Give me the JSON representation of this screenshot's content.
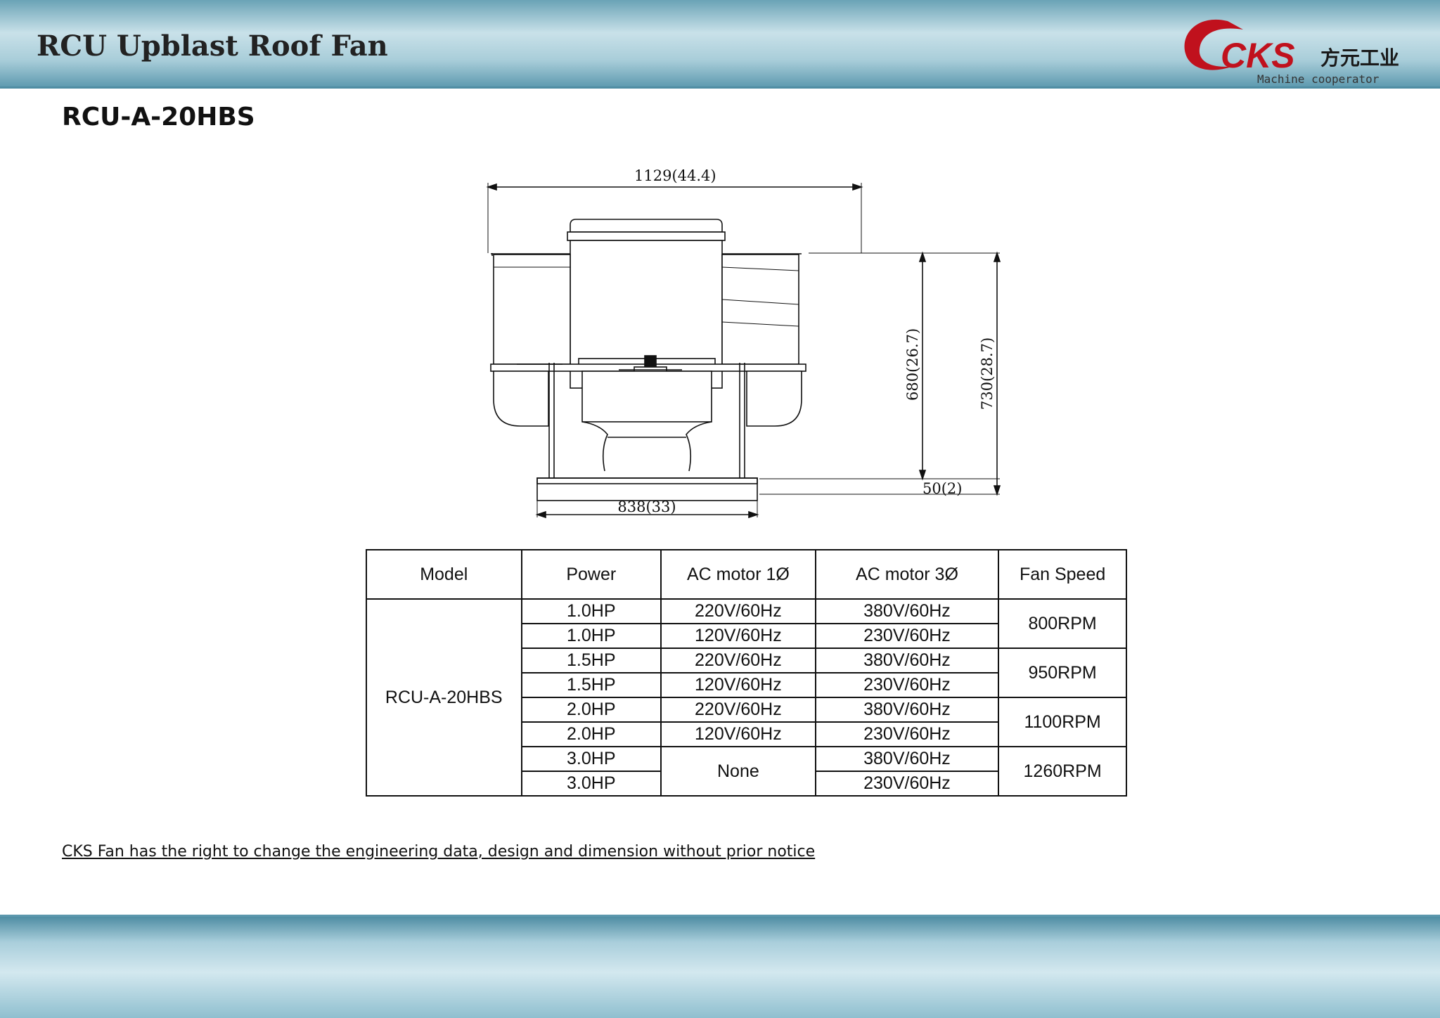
{
  "header": {
    "title": "RCU Upblast Roof Fan",
    "logo": {
      "mark": "CKS",
      "chinese": "方元工业",
      "tagline": "Machine cooperator",
      "colors": {
        "mark": "#c0111d",
        "text": "#1a1a1a"
      }
    }
  },
  "model_title": "RCU-A-20HBS",
  "drawing": {
    "overall_width": "1129(44.4)",
    "base_width": "838(33)",
    "height_without_curb": "680(26.7)",
    "overall_height": "730(28.7)",
    "curb_height": "50(2)"
  },
  "spec_table": {
    "headers": [
      "Model",
      "Power",
      "AC motor 1Ø",
      "AC motor 3Ø",
      "Fan Speed"
    ],
    "model": "RCU-A-20HBS",
    "rows": [
      {
        "power": "1.0HP",
        "ac1": "220V/60Hz",
        "ac3": "380V/60Hz"
      },
      {
        "power": "1.0HP",
        "ac1": "120V/60Hz",
        "ac3": "230V/60Hz"
      },
      {
        "power": "1.5HP",
        "ac1": "220V/60Hz",
        "ac3": "380V/60Hz"
      },
      {
        "power": "1.5HP",
        "ac1": "120V/60Hz",
        "ac3": "230V/60Hz"
      },
      {
        "power": "2.0HP",
        "ac1": "220V/60Hz",
        "ac3": "380V/60Hz"
      },
      {
        "power": "2.0HP",
        "ac1": "120V/60Hz",
        "ac3": "230V/60Hz"
      },
      {
        "power": "3.0HP",
        "ac1": "None",
        "ac3": "380V/60Hz"
      },
      {
        "power": "3.0HP",
        "ac1": "",
        "ac3": "230V/60Hz"
      }
    ],
    "speeds": [
      "800RPM",
      "950RPM",
      "1100RPM",
      "1260RPM"
    ]
  },
  "footer": {
    "disclaimer": "CKS Fan has the right to change the engineering data, design and dimension without prior notice"
  }
}
